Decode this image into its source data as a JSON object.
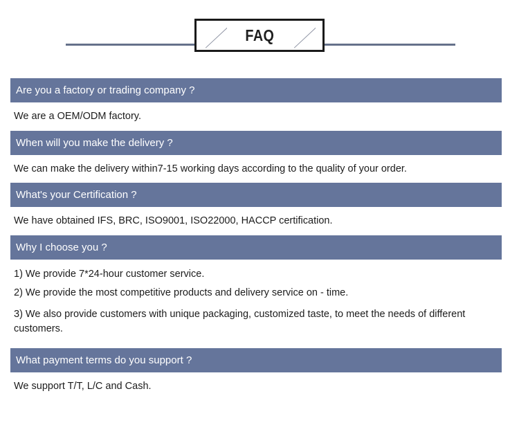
{
  "header": {
    "title": "FAQ",
    "accent_color": "#65759b",
    "rule_color": "#65718a",
    "badge_border_color": "#1a1a1a"
  },
  "faq": {
    "items": [
      {
        "question": "Are you a factory or trading company ?",
        "answer_lines": [
          "We are a OEM/ODM factory."
        ]
      },
      {
        "question": "When will you make the delivery ?",
        "answer_lines": [
          "We can make the delivery within7-15 working days according to the quality of your order."
        ]
      },
      {
        "question": "What's your Certification ?",
        "answer_lines": [
          "We have obtained IFS, BRC, ISO9001, ISO22000, HACCP certification."
        ]
      },
      {
        "question": "Why I choose you ?",
        "answer_lines": [
          "1) We provide 7*24-hour customer service.",
          "2) We provide the most competitive products and delivery service on - time.",
          "3) We also provide customers with unique packaging, customized taste, to meet the needs of different customers."
        ]
      },
      {
        "question": "What payment terms do you support ?",
        "answer_lines": [
          "We support T/T, L/C and Cash."
        ]
      }
    ]
  }
}
